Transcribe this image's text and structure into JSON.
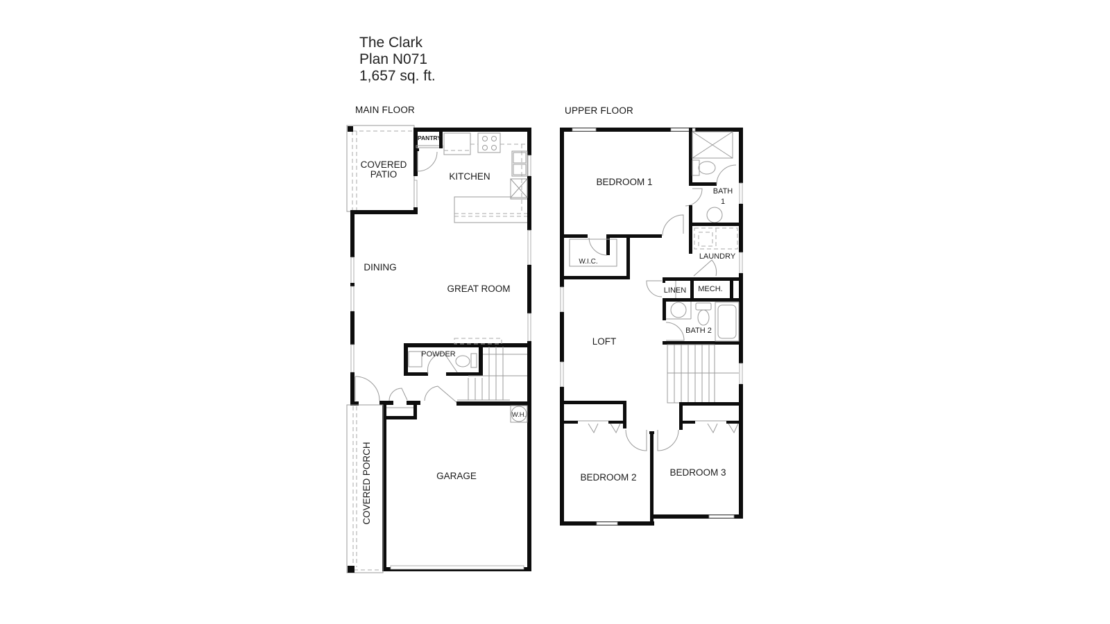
{
  "plan": {
    "name": "The Clark",
    "plan_number": "Plan N071",
    "area": "1,657 sq. ft."
  },
  "floors": {
    "main": {
      "label": "MAIN FLOOR",
      "rooms": {
        "covered_patio_1": "COVERED",
        "covered_patio_2": "PATIO",
        "pantry": "PANTRY",
        "kitchen": "KITCHEN",
        "dining": "DINING",
        "great_room": "GREAT ROOM",
        "powder": "POWDER",
        "garage": "GARAGE",
        "water_heater": "W.H.",
        "covered_porch": "COVERED PORCH"
      }
    },
    "upper": {
      "label": "UPPER FLOOR",
      "rooms": {
        "bedroom1": "BEDROOM 1",
        "bath1_1": "BATH",
        "bath1_2": "1",
        "wic": "W.I.C.",
        "laundry": "LAUNDRY",
        "linen": "LINEN",
        "mech": "MECH.",
        "bath2": "BATH 2",
        "loft": "LOFT",
        "bedroom2": "BEDROOM 2",
        "bedroom3": "BEDROOM 3"
      }
    }
  },
  "colors": {
    "wall": "#0d0d0d",
    "fixture_line": "#9a9a9a",
    "background": "#ffffff",
    "text": "#1a1a1a"
  }
}
